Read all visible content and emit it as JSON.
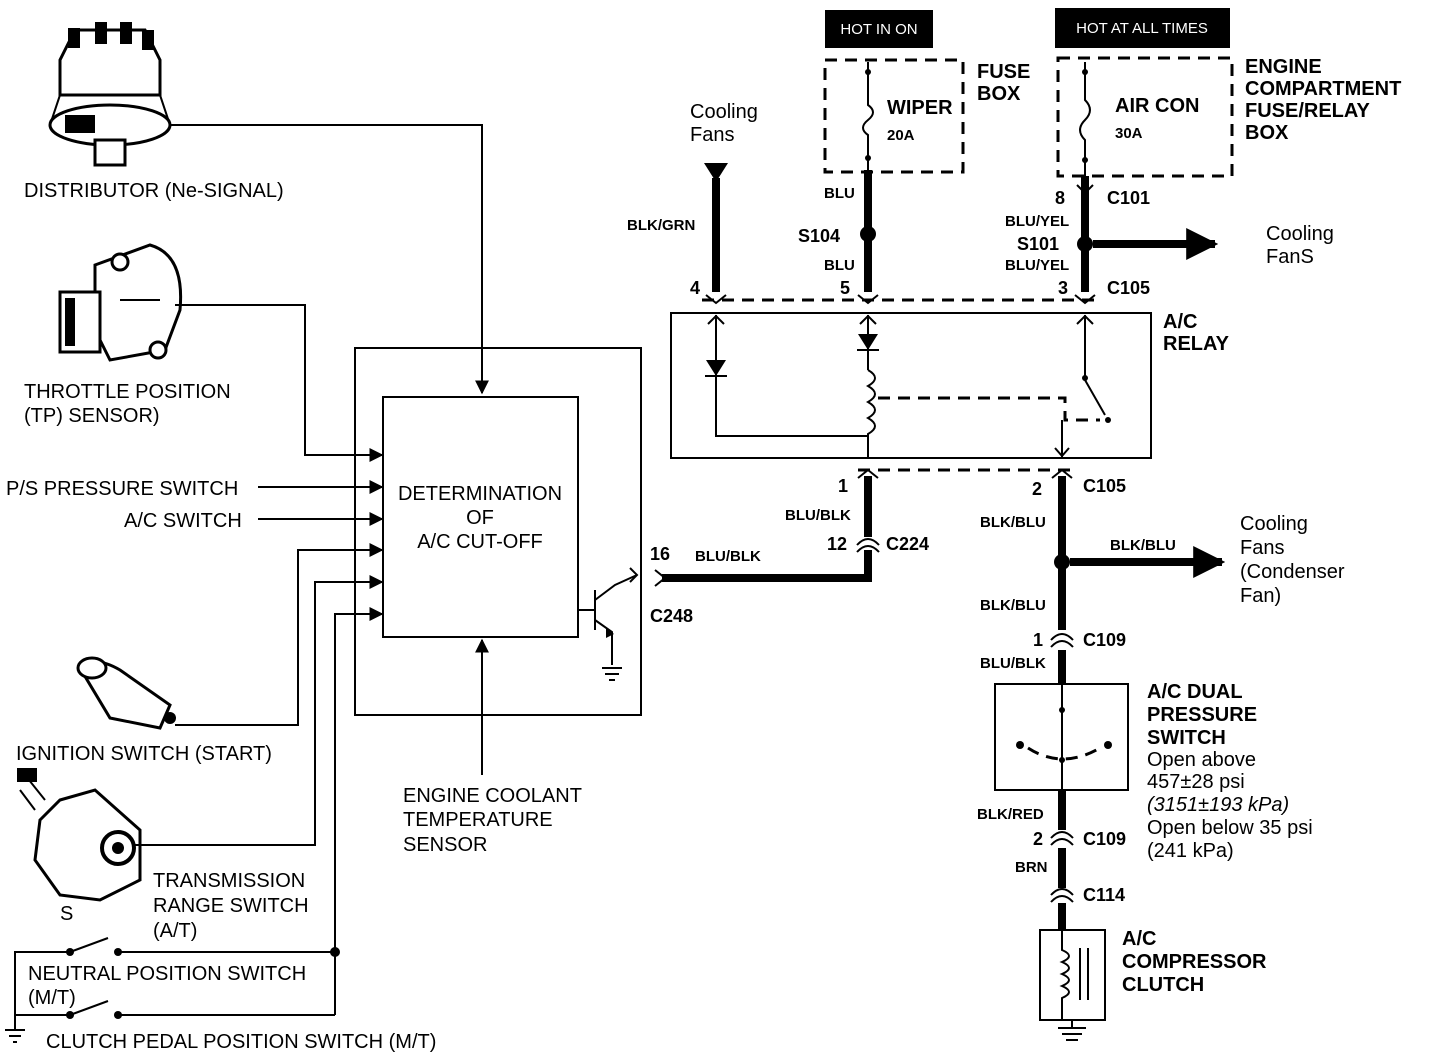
{
  "inputs": {
    "distributor": "DISTRIBUTOR (Ne-SIGNAL)",
    "throttle_line1": "THROTTLE POSITION",
    "throttle_line2": "(TP) SENSOR)",
    "ps_switch": "P/S PRESSURE SWITCH",
    "ac_switch": "A/C SWITCH",
    "ignition": "IGNITION SWITCH (START)",
    "trans_line1": "TRANSMISSION",
    "trans_line2": "RANGE  SWITCH",
    "trans_line3": "(A/T)",
    "trans_s": "S",
    "neutral_line1": "NEUTRAL POSITION SWITCH",
    "neutral_line2": "(M/T)",
    "clutch": "CLUTCH PEDAL POSITION SWITCH (M/T)",
    "ect_line1": "ENGINE COOLANT",
    "ect_line2": "TEMPERATURE",
    "ect_line3": "SENSOR"
  },
  "ecm": {
    "line1": "DETERMINATION",
    "line2": "OF",
    "line3": "A/C CUT-OFF",
    "pin": "16",
    "wire": "BLU/BLK",
    "connector": "C248"
  },
  "power": {
    "hot_in_on": "HOT IN ON",
    "hot_all_times": "HOT AT ALL TIMES",
    "fuse_box_line1": "FUSE",
    "fuse_box_line2": "BOX",
    "wiper": "WIPER",
    "wiper_amp": "20A",
    "ecfrb_line1": "ENGINE",
    "ecfrb_line2": "COMPARTMENT",
    "ecfrb_line3": "FUSE/RELAY",
    "ecfrb_line4": "BOX",
    "aircon": "AIR CON",
    "aircon_amp": "30A"
  },
  "circuit": {
    "cooling_fans_left_line1": "Cooling",
    "cooling_fans_left_line2": "Fans",
    "blk_grn": "BLK/GRN",
    "blu_top": "BLU",
    "s104": "S104",
    "blu_mid": "BLU",
    "pin8": "8",
    "c101": "C101",
    "blu_yel_top": "BLU/YEL",
    "s101": "S101",
    "blu_yel_bot": "BLU/YEL",
    "cooling_fans_right_line1": "Cooling",
    "cooling_fans_right_line2": "FanS",
    "pin4": "4",
    "pin5": "5",
    "pin3": "3",
    "c105_top": "C105",
    "relay_line1": "A/C",
    "relay_line2": "RELAY",
    "pin1": "1",
    "pin2": "2",
    "c105_bot": "C105",
    "blu_blk_1": "BLU/BLK",
    "pin12": "12",
    "c224": "C224",
    "blk_blu_1": "BLK/BLU",
    "blk_blu_2": "BLK/BLU",
    "cond_line1": "Cooling",
    "cond_line2": "Fans",
    "cond_line3": "(Condenser",
    "cond_line4": "Fan)",
    "blk_blu_3": "BLK/BLU",
    "pin1_c109": "1",
    "c109_top": "C109",
    "blu_blk_2": "BLU/BLK",
    "dps_line1": "A/C DUAL",
    "dps_line2": "PRESSURE",
    "dps_line3": "SWITCH",
    "dps_line4": "Open above",
    "dps_line5": "457±28 psi",
    "dps_line6": "(3151±193 kPa)",
    "dps_line7": "Open below 35 psi",
    "dps_line8": "(241 kPa)",
    "blk_red": "BLK/RED",
    "pin2_c109": "2",
    "c109_bot": "C109",
    "brn": "BRN",
    "c114": "C114",
    "clutch_line1": "A/C",
    "clutch_line2": "COMPRESSOR",
    "clutch_line3": "CLUTCH"
  }
}
